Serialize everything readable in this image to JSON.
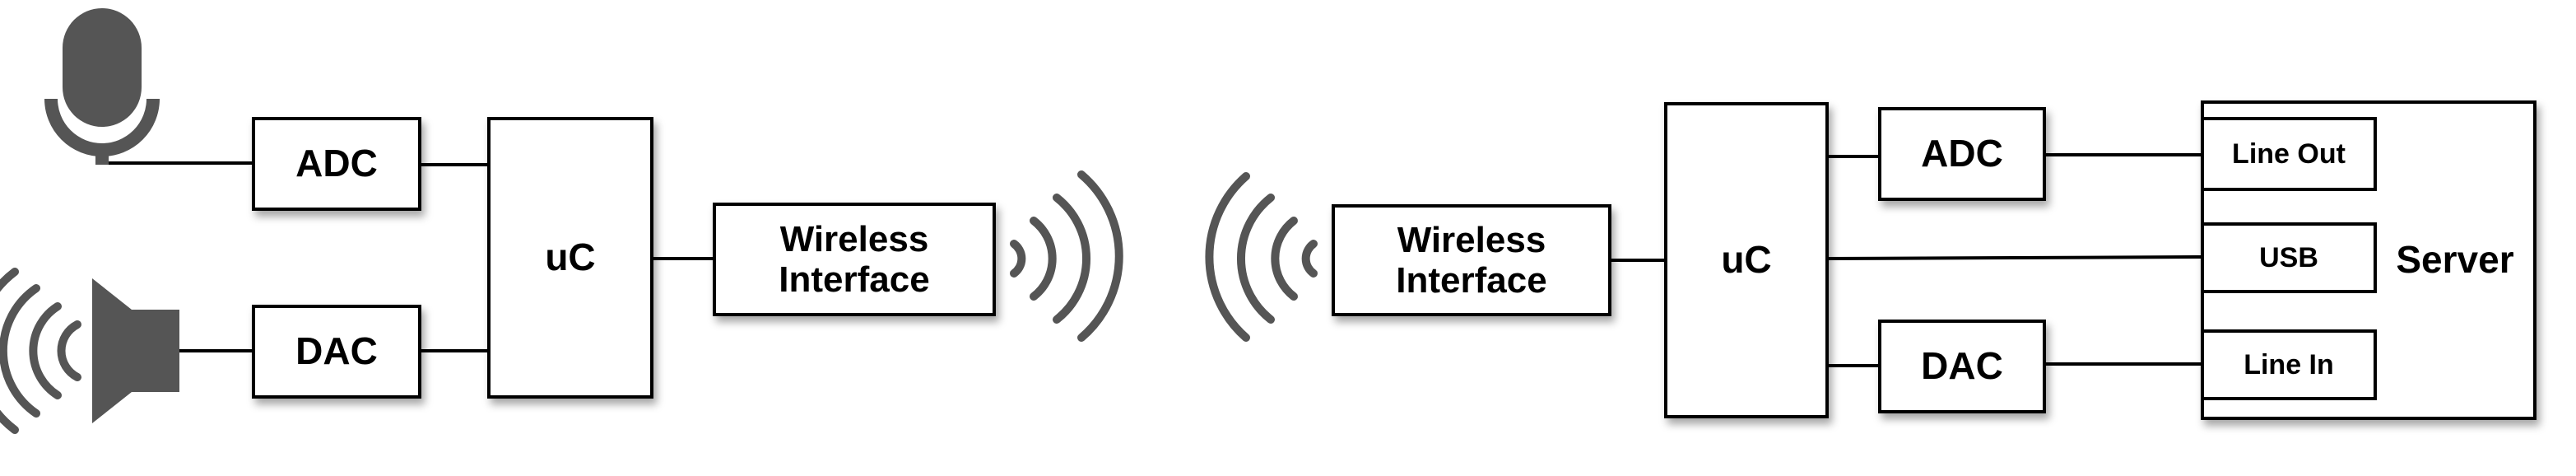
{
  "left_station": {
    "adc": "ADC",
    "dac": "DAC",
    "uc": "uC",
    "wireless": [
      "Wireless",
      "Interface"
    ]
  },
  "right_station": {
    "wireless": [
      "Wireless",
      "Interface"
    ],
    "uc": "uC",
    "adc": "ADC",
    "dac": "DAC"
  },
  "server": {
    "title": "Server",
    "ports": {
      "line_out": "Line Out",
      "usb": "USB",
      "line_in": "Line In"
    }
  },
  "icons": {
    "microphone": "microphone-icon",
    "speaker": "speaker-icon",
    "signal": "wireless-signal-icon"
  },
  "colors": {
    "icon_gray": "#555555",
    "line": "#000000",
    "box_fill": "#ffffff"
  }
}
